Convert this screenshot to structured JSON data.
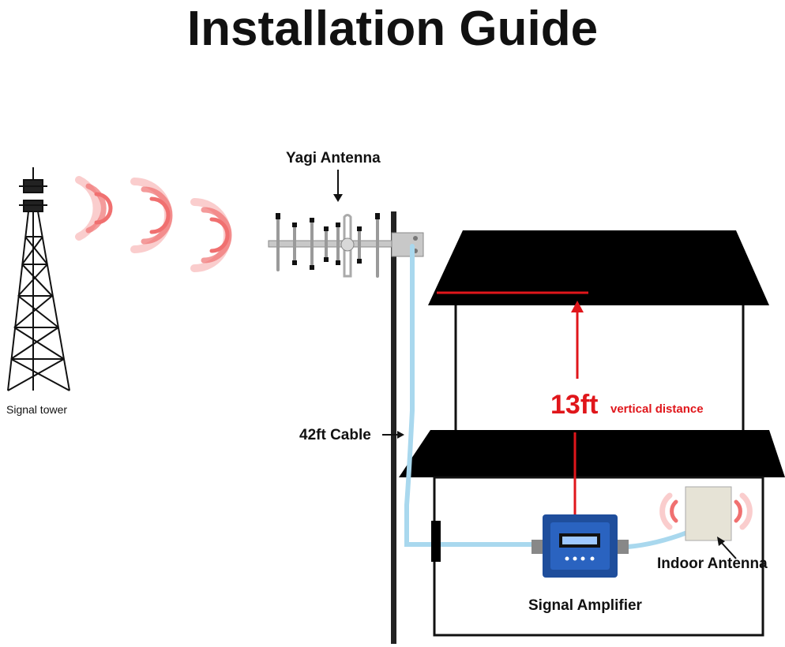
{
  "title": "Installation Guide",
  "labels": {
    "signal_tower": "Signal tower",
    "yagi_antenna": "Yagi Antenna",
    "cable": "42ft Cable",
    "distance_value": "13ft",
    "distance_text": "vertical distance",
    "signal_amplifier": "Signal Amplifier",
    "indoor_antenna": "Indoor Antenna"
  },
  "colors": {
    "roof": "#000000",
    "cable": "#a9d8ee",
    "distance_marker": "#e0161b",
    "amplifier": "#1f4e9c",
    "signal_wave": "#f07070"
  },
  "icons": [
    "signal-tower-icon",
    "signal-wave-icon",
    "yagi-antenna-icon",
    "amplifier-icon",
    "indoor-antenna-icon"
  ]
}
